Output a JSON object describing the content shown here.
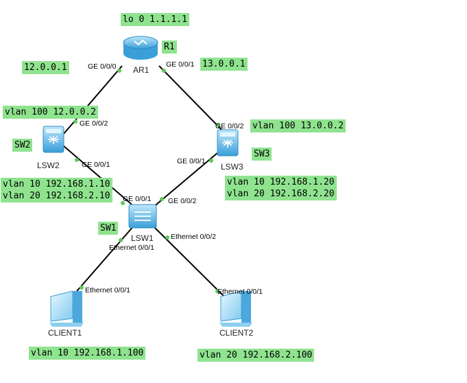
{
  "labels": {
    "lo": "lo 0 1.1.1.1",
    "r1": "R1",
    "ip_12001": "12.0.0.1",
    "ip_13001": "13.0.0.1",
    "sw2_vlan100": "vlan 100 12.0.0.2",
    "sw2": "SW2",
    "sw3_vlan100": "vlan 100 13.0.0.2",
    "sw3": "SW3",
    "sw2_vlans": "vlan 10 192.168.1.10\nvlan 20 192.168.2.10",
    "sw3_vlans": "vlan 10 192.168.1.20\nvlan 20 192.168.2.20",
    "sw1": "SW1",
    "client1_vlan": "vlan 10 192.168.1.100",
    "client2_vlan": "vlan 20 192.168.2.100"
  },
  "devices": {
    "ar1": "AR1",
    "lsw2": "LSW2",
    "lsw3": "LSW3",
    "lsw1": "LSW1",
    "client1": "CLIENT1",
    "client2": "CLIENT2"
  },
  "ports": {
    "ar1_ge000": "GE 0/0/0",
    "ar1_ge001": "GE 0/0/1",
    "lsw2_ge002": "GE 0/0/2",
    "lsw2_ge001": "GE 0/0/1",
    "lsw3_ge002": "GE 0/0/2",
    "lsw3_ge001": "GE 0/0/1",
    "lsw1_ge001": "GE 0/0/1",
    "lsw1_ge002": "GE 0/0/2",
    "lsw1_eth002": "Ethernet 0/0/2",
    "lsw1_eth001": "Ethernet 0/0/1",
    "client1_eth001": "Ethernet 0/0/1",
    "client2_eth001": "Ethernet 0/0/1"
  },
  "colors": {
    "label_bg": "#8fe38f",
    "link": "#000000",
    "port_dot": "#5cc95c",
    "device_blue": "#5bb8e8"
  }
}
